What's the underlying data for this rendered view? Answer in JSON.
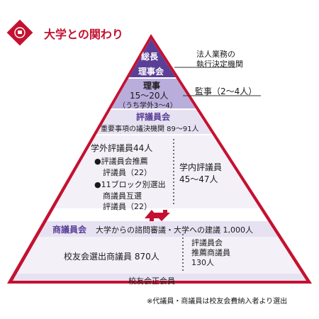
{
  "header": {
    "title": "大学との関わり"
  },
  "apex": {
    "line1": "総長",
    "line2": "理事会"
  },
  "side_notes": {
    "executive": [
      "法人業務の",
      "執行決定機関"
    ],
    "auditor": "監事（2〜4人）"
  },
  "directors": {
    "title": "理事",
    "count": "15〜20人",
    "note": "（うち学外3〜4）"
  },
  "council": {
    "title": "評議員会",
    "subtitle": "重要事項の議決機関 89〜91人"
  },
  "external": {
    "title": "学外評議員44人",
    "items": [
      "●評議員会推薦",
      "評議員（22）",
      "●11ブロック別選出",
      "商議員互選",
      "評議員（22）"
    ]
  },
  "internal": {
    "line1": "学内評議員",
    "line2": "45〜47人"
  },
  "senate": {
    "tag": "商議員会",
    "description": "大学からの諮問審議・大学への建議 1,000人",
    "alumni_elected": "校友会選出商議員 870人",
    "recommended": [
      "評議員会",
      "推薦商議員",
      "130人"
    ]
  },
  "base": {
    "label": "校友会正会員"
  },
  "footnote": "※代議員・商議員は校友会費納入者より選出",
  "colors": {
    "red": "#c41130",
    "purple": "#5a3f97",
    "lavender": "#b8addb",
    "light": "#e7e2f2",
    "pale": "#f3f0f8"
  }
}
